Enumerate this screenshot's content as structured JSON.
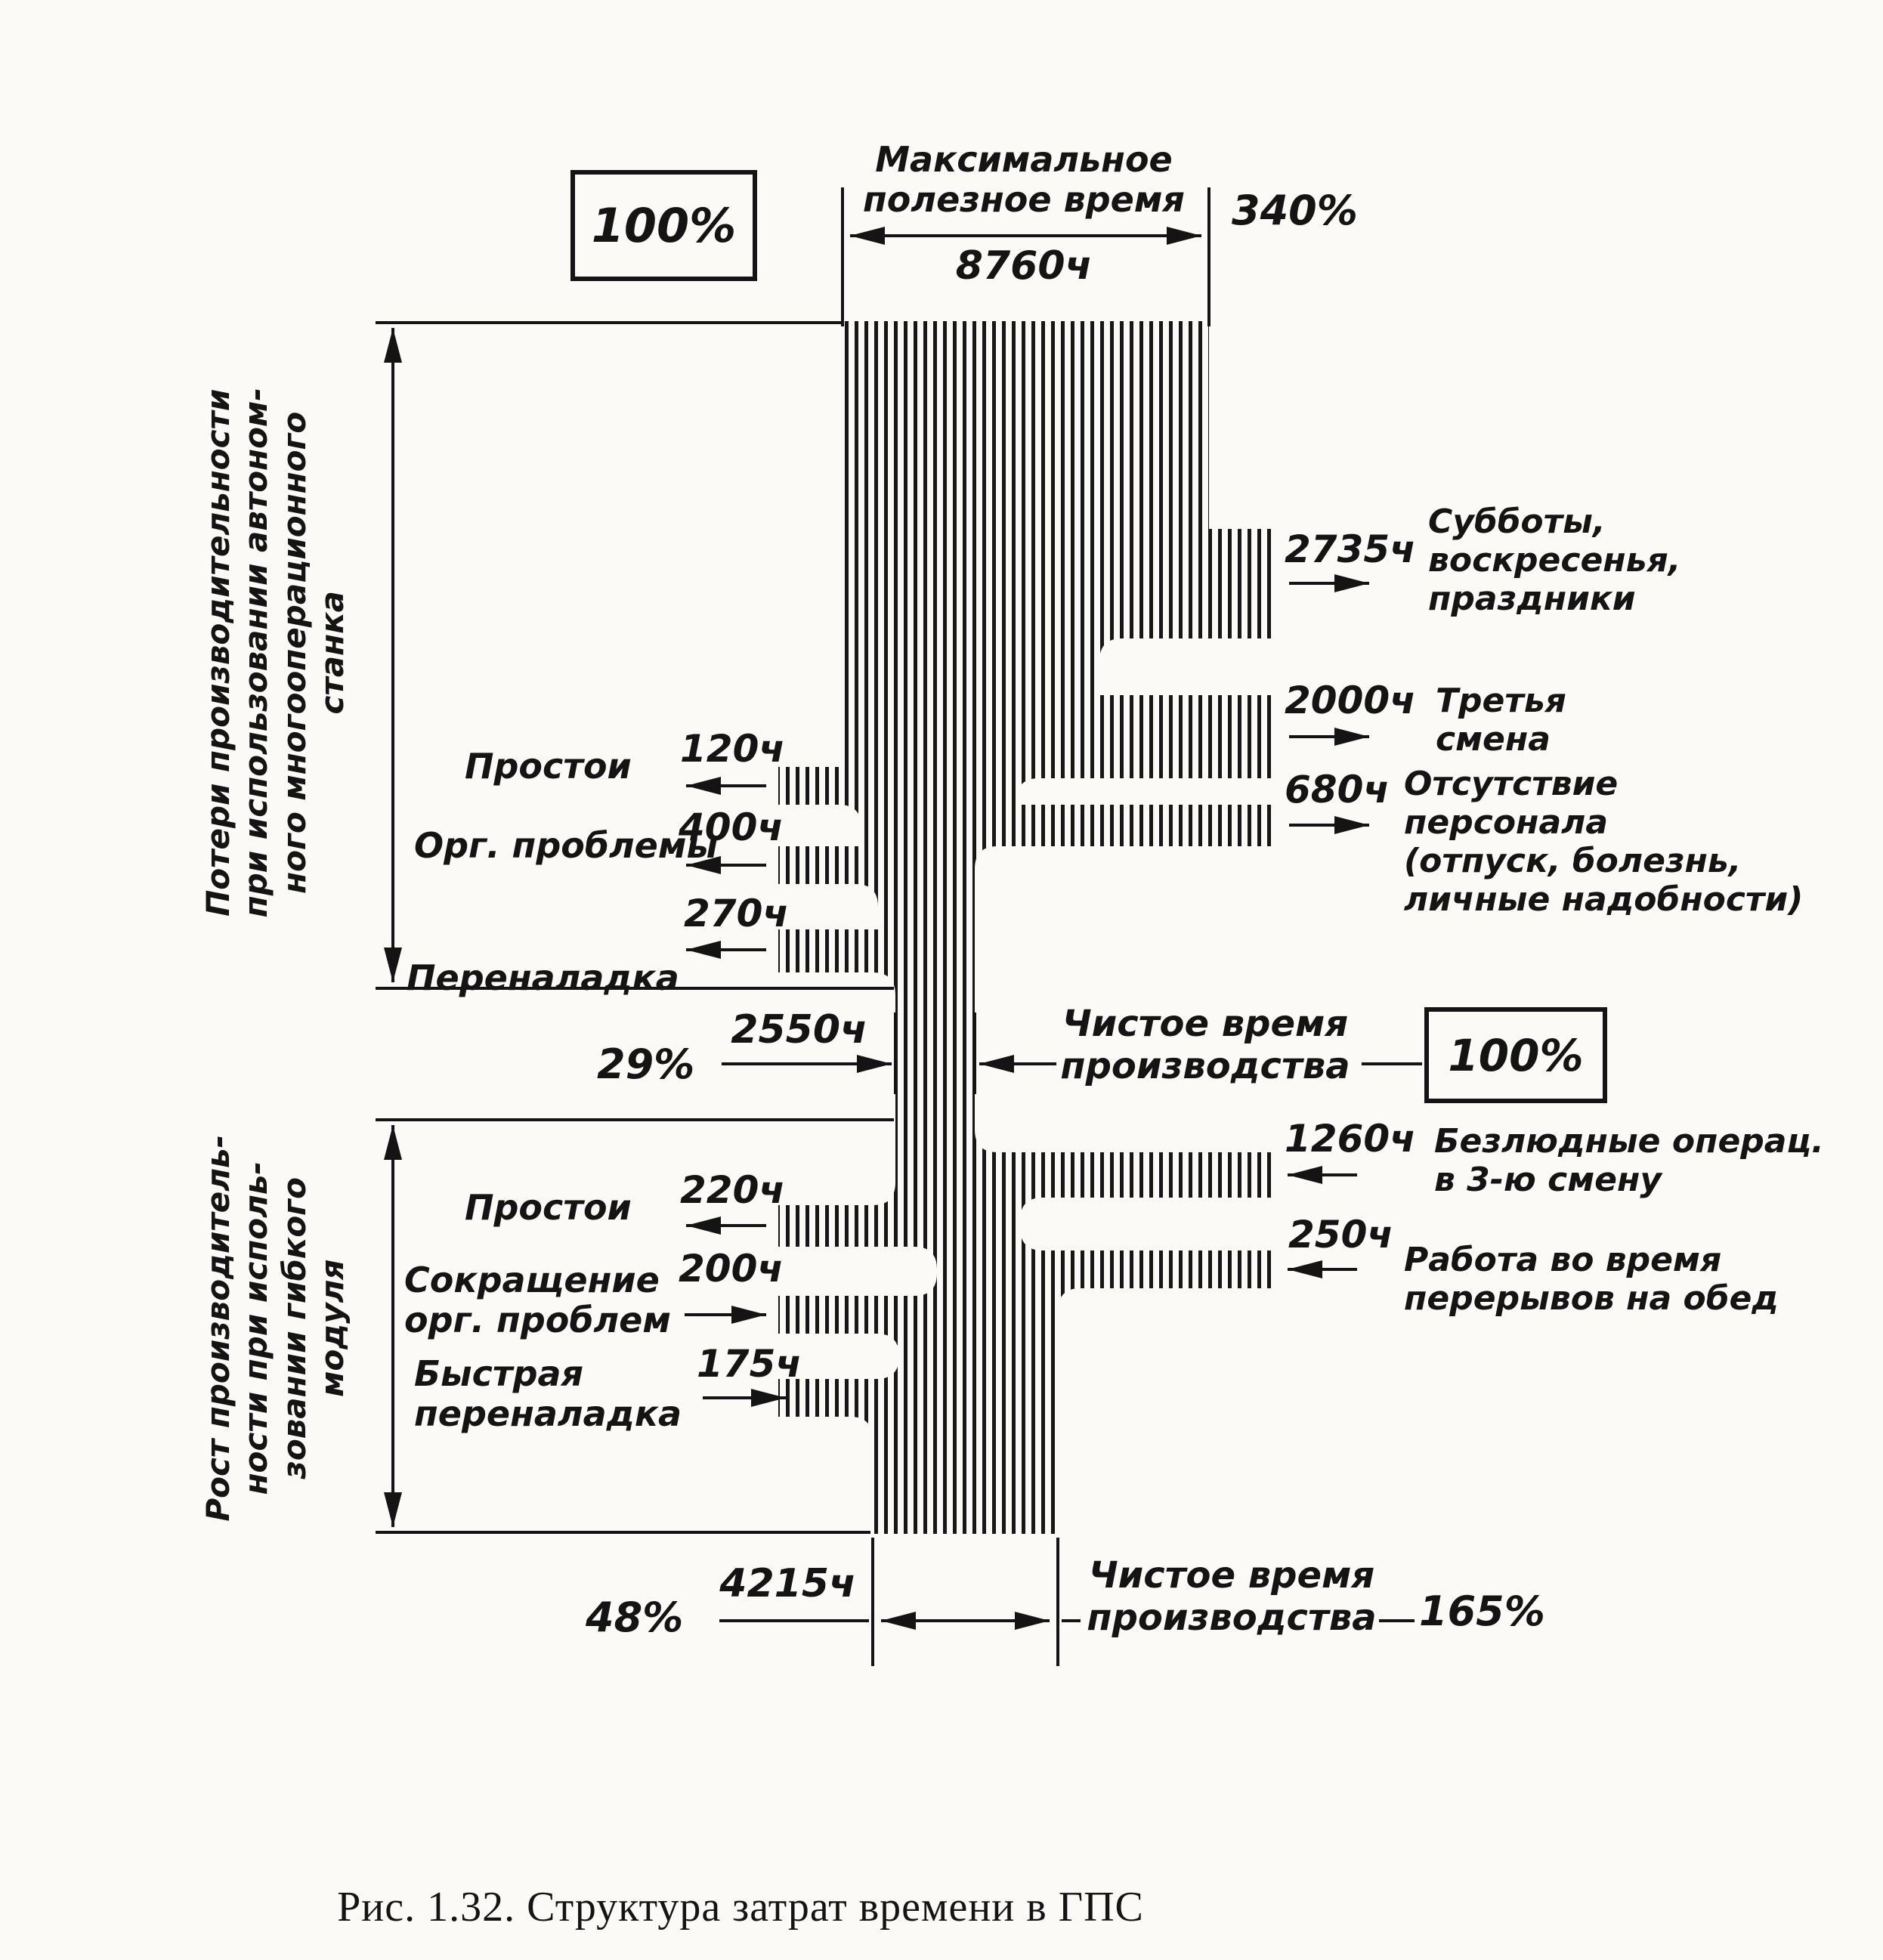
{
  "figure": {
    "caption": "Рис. 1.32. Структура затрат времени в ГПС"
  },
  "top": {
    "percent_box": "100%",
    "total_percent": "340%",
    "max_useful_time": "Максимальное\nполезное время",
    "max_useful_hours": "8760ч",
    "axis_label": "Потери производительности\nпри использовании автоном-\nного многооперационного\nстанка",
    "right_branches": [
      {
        "hours": "2735ч",
        "label": "Субботы,\nвоскресенья,\nпраздники"
      },
      {
        "hours": "2000ч",
        "label": "Третья\nсмена"
      },
      {
        "hours": "680ч",
        "label": "Отсутствие\nперсонала\n(отпуск, болезнь,\nличные надобности)"
      }
    ],
    "left_branches": [
      {
        "name": "Простои",
        "hours": "120ч"
      },
      {
        "name": "Орг. проблемы",
        "hours": "400ч"
      },
      {
        "name": "Переналадка",
        "hours": "270ч"
      }
    ]
  },
  "middle": {
    "hours": "2550ч",
    "percent": "29%",
    "net_time_label": "Чистое время\nпроизводства",
    "percent_box": "100%"
  },
  "bottom": {
    "axis_label": "Рост производитель-\nности при исполь-\nзовании гибкого\nмодуля",
    "right_branches": [
      {
        "hours": "1260ч",
        "label": "Безлюдные операц.\nв 3-ю смену"
      },
      {
        "hours": "250ч",
        "label": "Работа во время\nперерывов на обед"
      }
    ],
    "left_branches": [
      {
        "name": "Простои",
        "hours": "220ч"
      },
      {
        "name": "Сокращение\nорг. проблем",
        "hours": "200ч"
      },
      {
        "name": "Быстрая\nпереналадка",
        "hours": "175ч"
      }
    ],
    "hours": "4215ч",
    "percent": "48%",
    "net_time_label": "Чистое время\nпроизводства",
    "net_time_percent": "165%"
  }
}
